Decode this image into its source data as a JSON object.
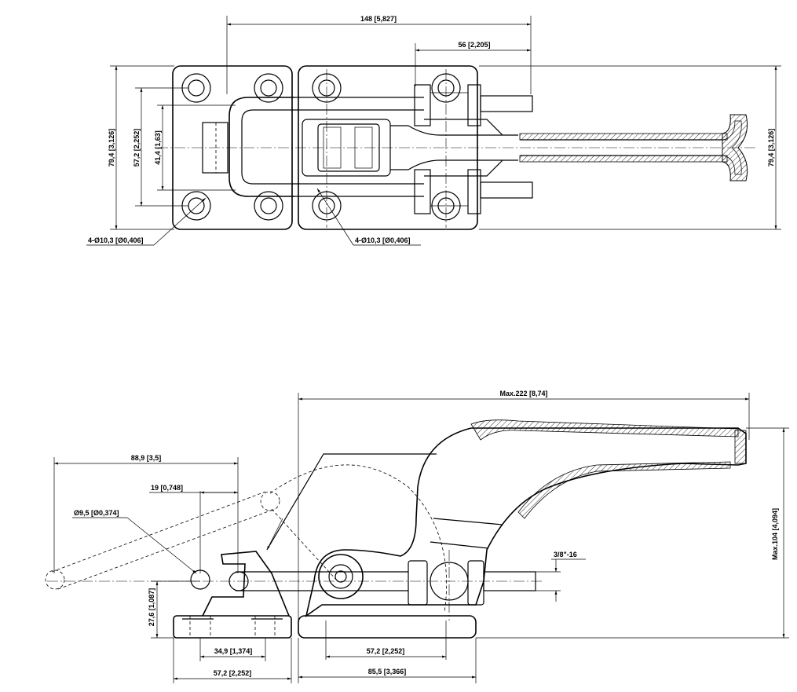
{
  "top_view": {
    "dims": {
      "overall_length": "148 [5,827]",
      "stroke": "56 [2,205]",
      "width_left": "79,4 [3,126]",
      "width_right": "79,4 [3,126]",
      "inner_width": "57,2 [2,252]",
      "slot_width": "41,4 [1,63]",
      "holes_left": "4-Ø10,3 [Ø0,406]",
      "holes_right": "4-Ø10,3 [Ø0,406]"
    }
  },
  "side_view": {
    "dims": {
      "max_length": "Max.222 [8,74]",
      "max_height": "Max.104 [4,094]",
      "latch_reach": "88,9 [3,5]",
      "pin_offset": "19 [0,748]",
      "pin_dia": "Ø9,5 [Ø0,374]",
      "thread": "3/8\"-16",
      "base_height": "27,6 [1,087]",
      "bracket_holes": "34,9 [1,374]",
      "bracket_width": "57,2 [2,252]",
      "base_holes": "57,2 [2,252]",
      "base_length": "85,5 [3,366]"
    }
  }
}
